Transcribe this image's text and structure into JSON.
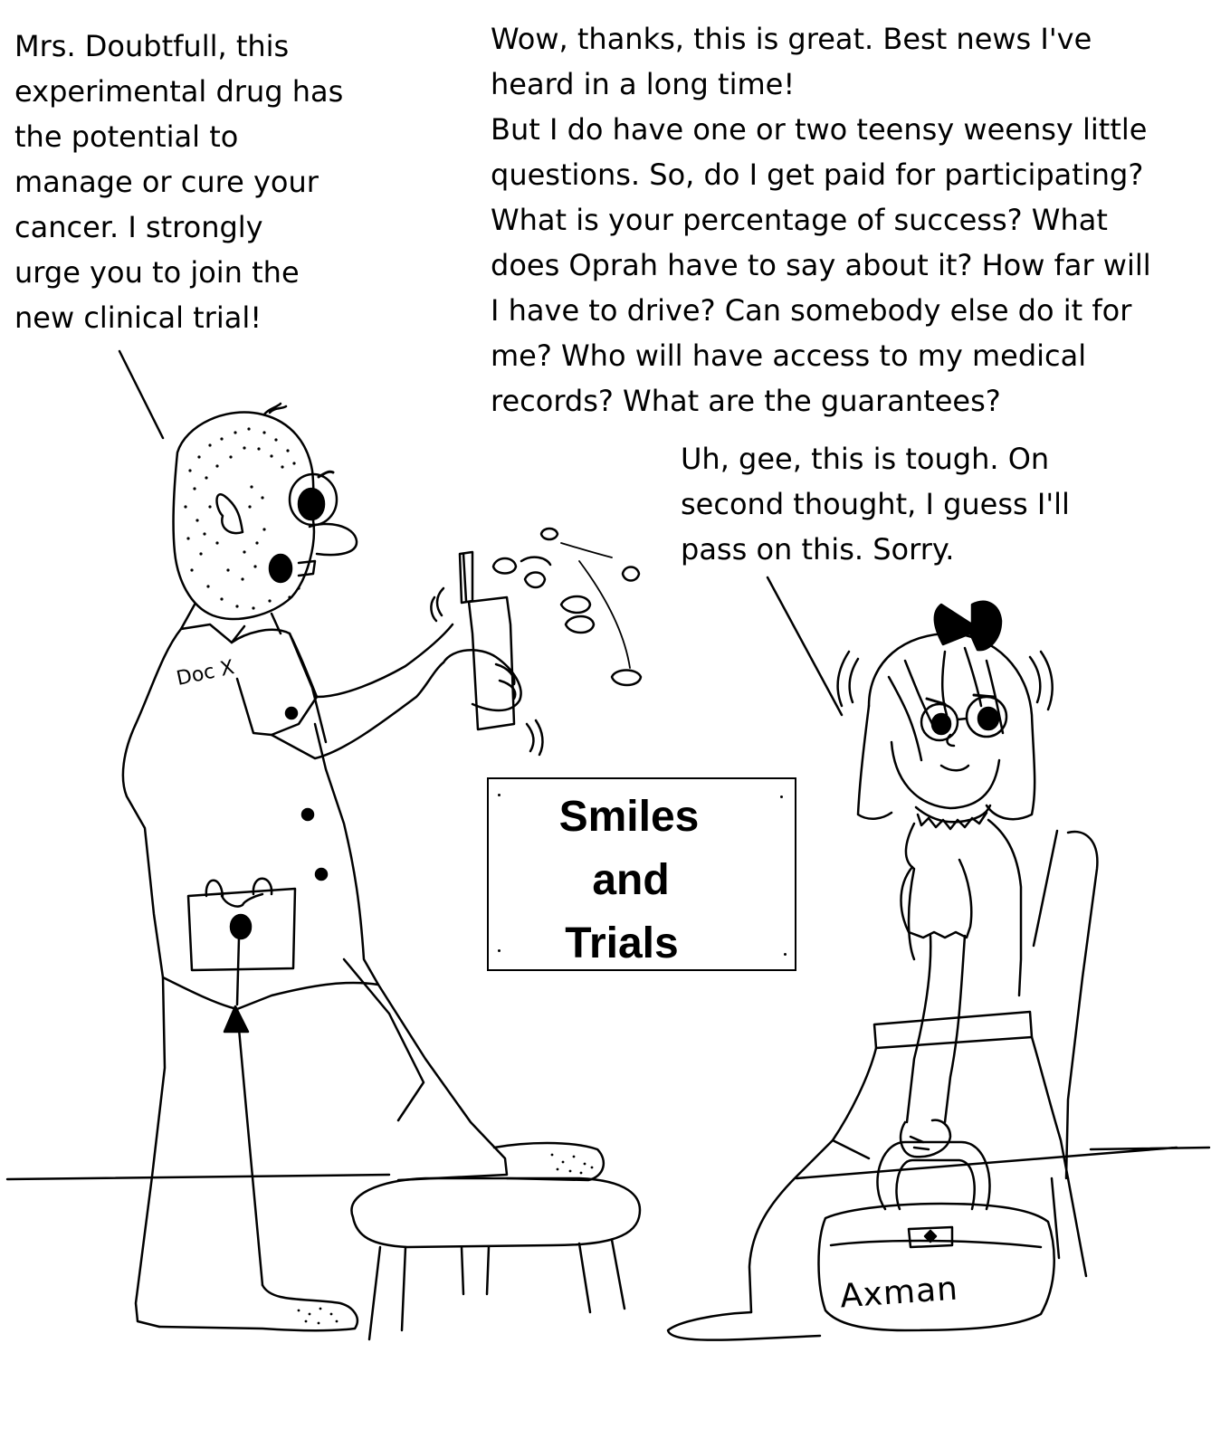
{
  "speech": {
    "doctor": [
      "Mrs. Doubtfull, this",
      "experimental drug has",
      "the potential to",
      "manage or cure your",
      "cancer. I strongly",
      "urge you to join the",
      "new clinical trial!"
    ],
    "patient": [
      "Wow, thanks, this is great. Best news I've",
      "heard in a long time!",
      "But I do have one or two teensy weensy little",
      "questions. So, do I get paid for participating?",
      "What is your percentage of success? What",
      "does Oprah have to say about it? How far will",
      "I have to drive? Can somebody else do it for",
      "me? Who will have access to my medical",
      "records? What are the guarantees?"
    ],
    "patient_reply": [
      "Uh, gee, this is tough. On",
      "second thought, I guess I'll",
      "pass on this. Sorry."
    ]
  },
  "sign": {
    "line1": "Smiles",
    "line2": "and",
    "line3": "Trials"
  },
  "labels": {
    "doc_badge": "Doc X",
    "bag": "Axman"
  }
}
